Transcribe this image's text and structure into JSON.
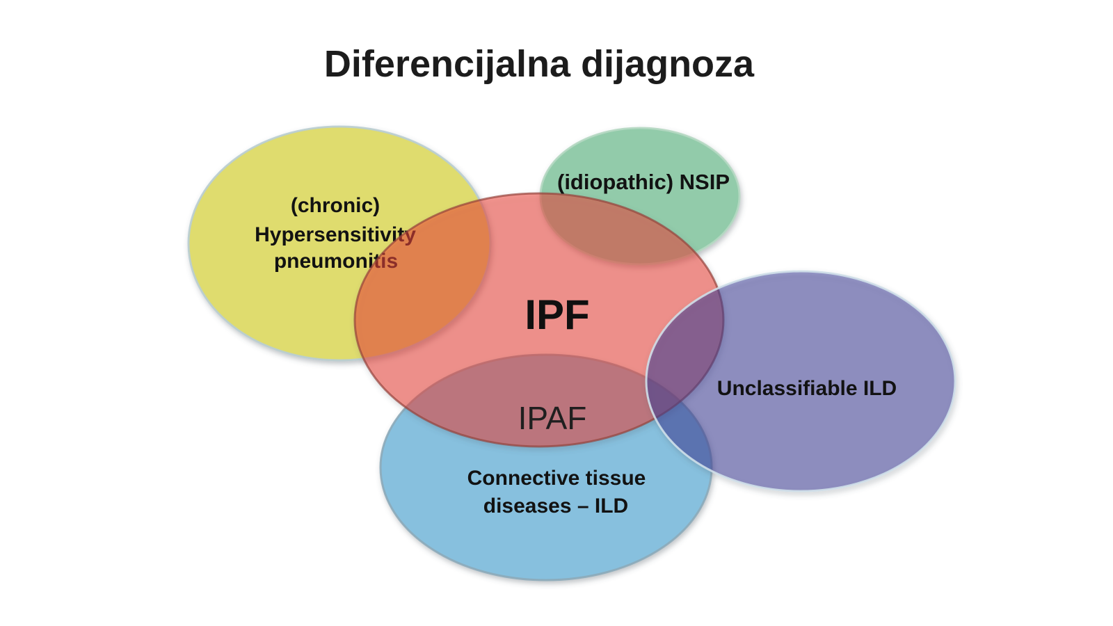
{
  "slide": {
    "title": "Diferencijalna dijagnoza",
    "background_color": "#ffffff",
    "title_color": "#1c1c1c"
  },
  "venn": {
    "sets": {
      "hypersensitivity": {
        "lines": [
          "(chronic)",
          "Hypersensitivity",
          "pneumonitis"
        ],
        "fill": "#dfdc6e",
        "stroke": "#b9cdd2"
      },
      "nsip": {
        "label": "(idiopathic) NSIP",
        "fill": "#92cbaa",
        "stroke": "#b5d8c2"
      },
      "ctd": {
        "lines": [
          "Connective tissue",
          "diseases – ILD"
        ],
        "fill": "#87c0de",
        "stroke": "#8caab9"
      },
      "ipf": {
        "label": "IPF",
        "fill": "rgba(239,59,45,0.5)",
        "stroke": "#96423a"
      },
      "unclassifiable": {
        "label": "Unclassifiable ILD",
        "fill": "rgba(58,56,152,0.5)",
        "stroke": "#cfdfe9"
      }
    },
    "overlaps": {
      "ipaf": {
        "label": "IPAF"
      }
    },
    "overlap_tints": {
      "ipf_hypersensitivity": "#e78c4e",
      "ipf_nsip": "#aa7a6e",
      "ipf_ctd": "#a87687",
      "ipf_unclassifiable": "#976796",
      "ctd_unclassifiable": "#617cbb",
      "ipf_ctd_unclassifiable": "#7a588e"
    }
  }
}
